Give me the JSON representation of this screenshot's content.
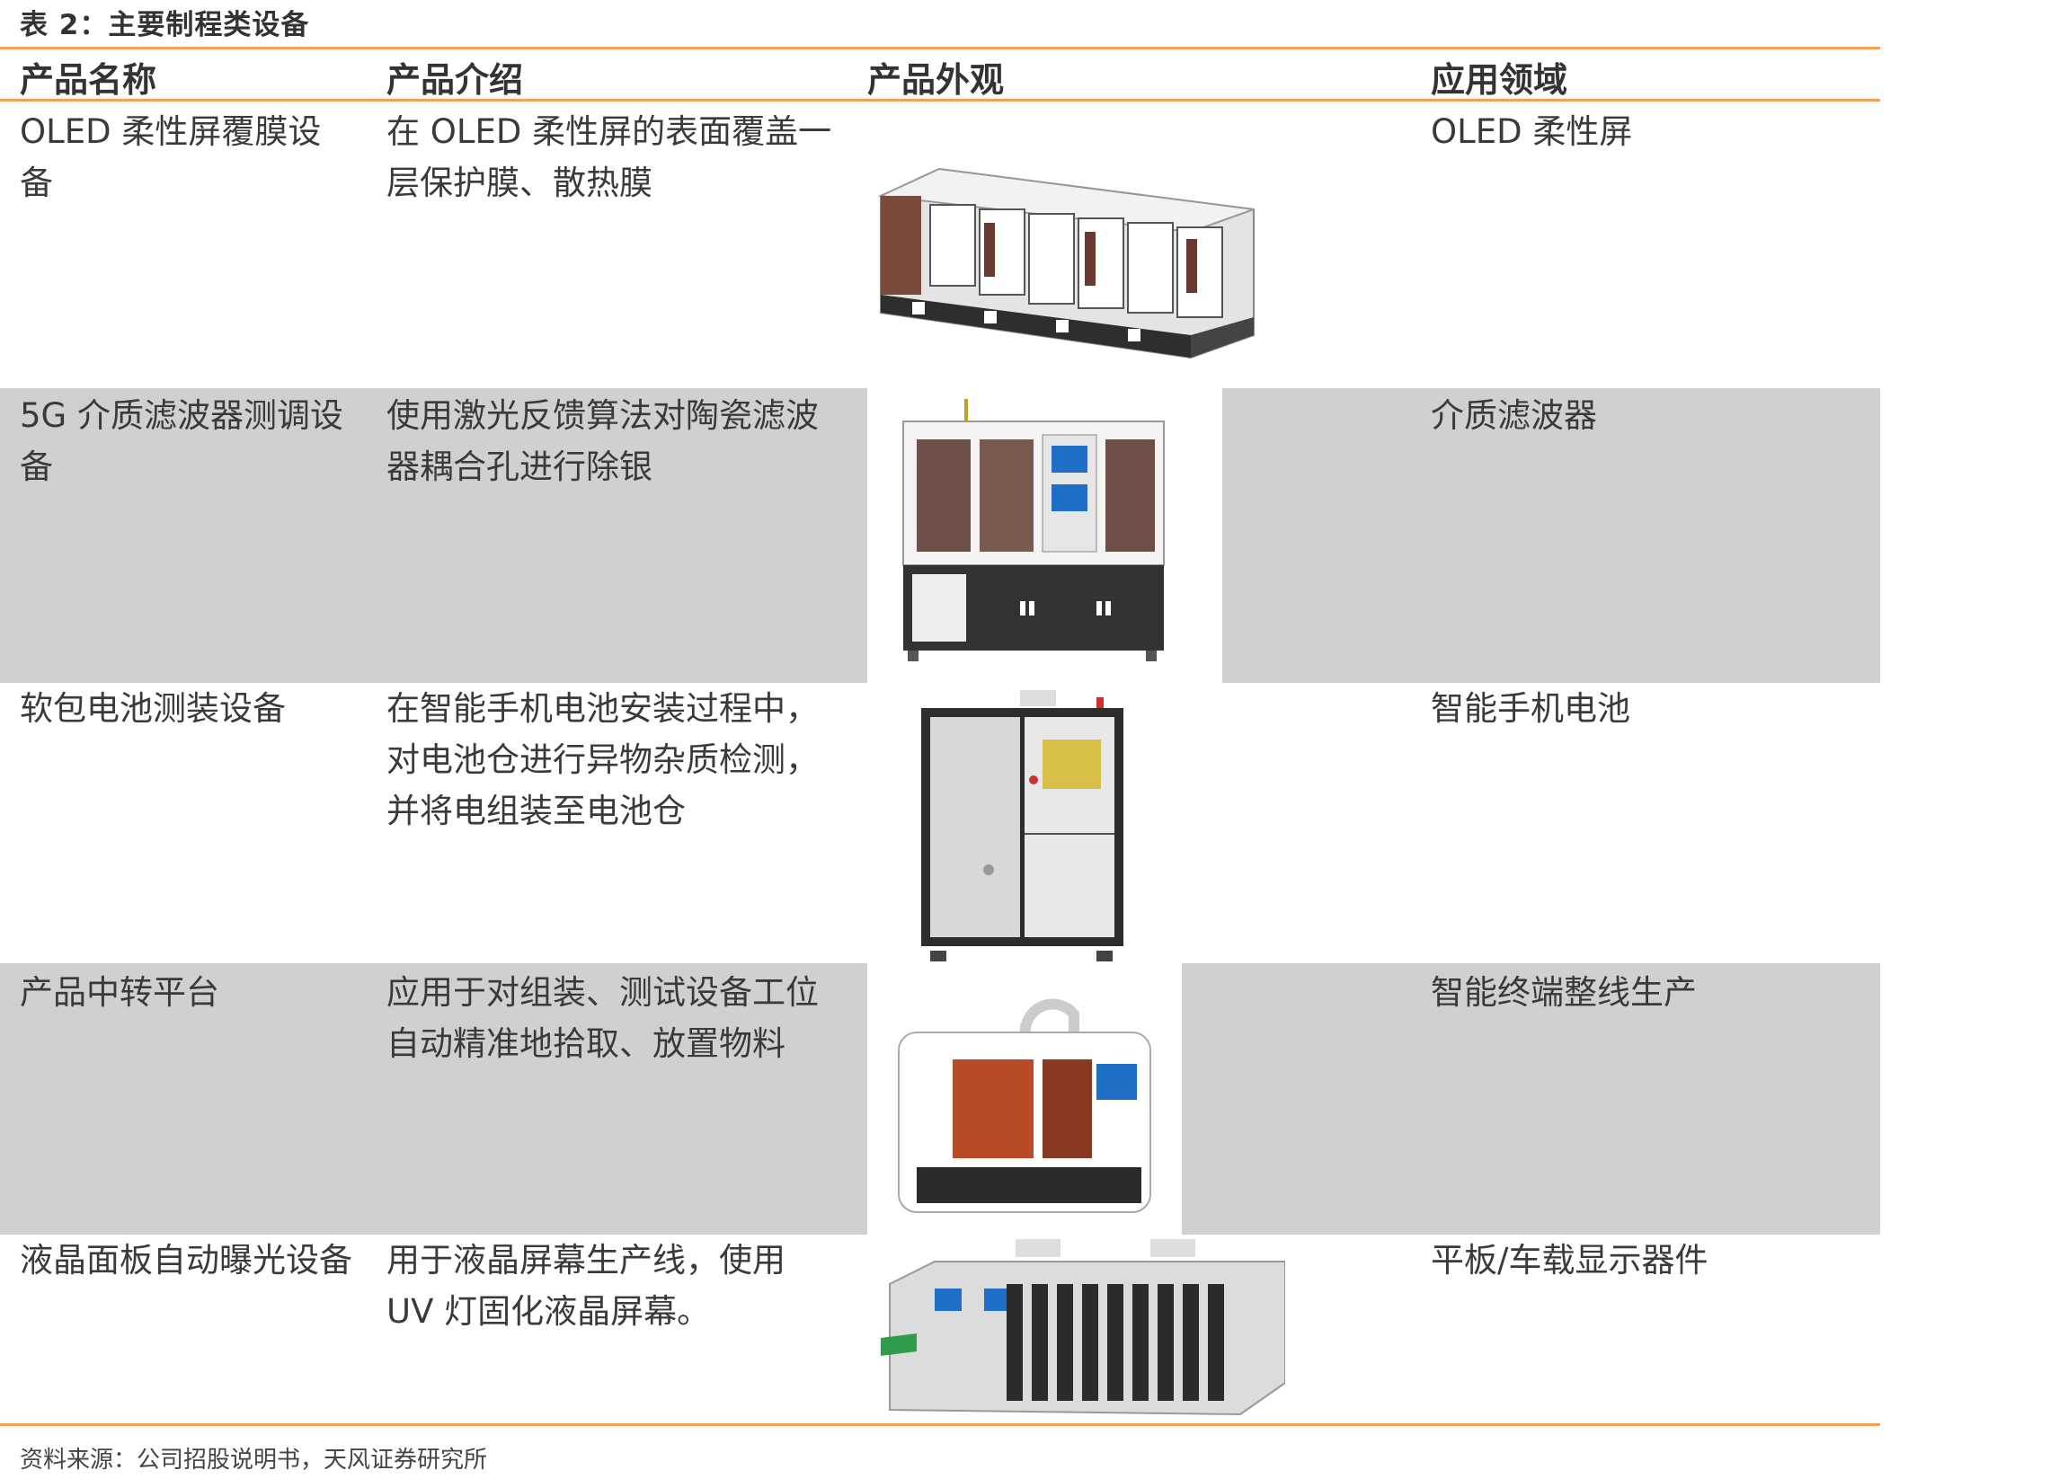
{
  "caption": "表 2：主要制程类设备",
  "table": {
    "headers": [
      "产品名称",
      "产品介绍",
      "产品外观",
      "应用领域"
    ],
    "rows": [
      {
        "name": "OLED 柔性屏覆膜设备",
        "intro": "在 OLED 柔性屏的表面覆盖一层保护膜、散热膜",
        "appearance": "oled-film-laminating-machine-image",
        "application": "OLED 柔性屏"
      },
      {
        "name": "5G 介质滤波器测调设备",
        "intro": "使用激光反馈算法对陶瓷滤波器耦合孔进行除银",
        "appearance": "filter-tuning-machine-image",
        "application": "介质滤波器"
      },
      {
        "name": "软包电池测装设备",
        "intro": "在智能手机电池安装过程中，对电池仓进行异物杂质检测，并将电组装至电池仓",
        "appearance": "battery-assembly-machine-image",
        "application": "智能手机电池"
      },
      {
        "name": "产品中转平台",
        "intro": "应用于对组装、测试设备工位自动精准地拾取、放置物料",
        "appearance": "transfer-platform-machine-image",
        "application": "智能终端整线生产"
      },
      {
        "name": "液晶面板自动曝光设备",
        "intro": "用于液晶屏幕生产线，使用 UV 灯固化液晶屏幕。",
        "appearance": "uv-exposure-machine-image",
        "application": "平板/车载显示器件"
      }
    ]
  },
  "footer": "资料来源：公司招股说明书，天风证券研究所",
  "colors": {
    "accent_rule": "#f0a050",
    "row_shade": "#d0d0d0"
  }
}
